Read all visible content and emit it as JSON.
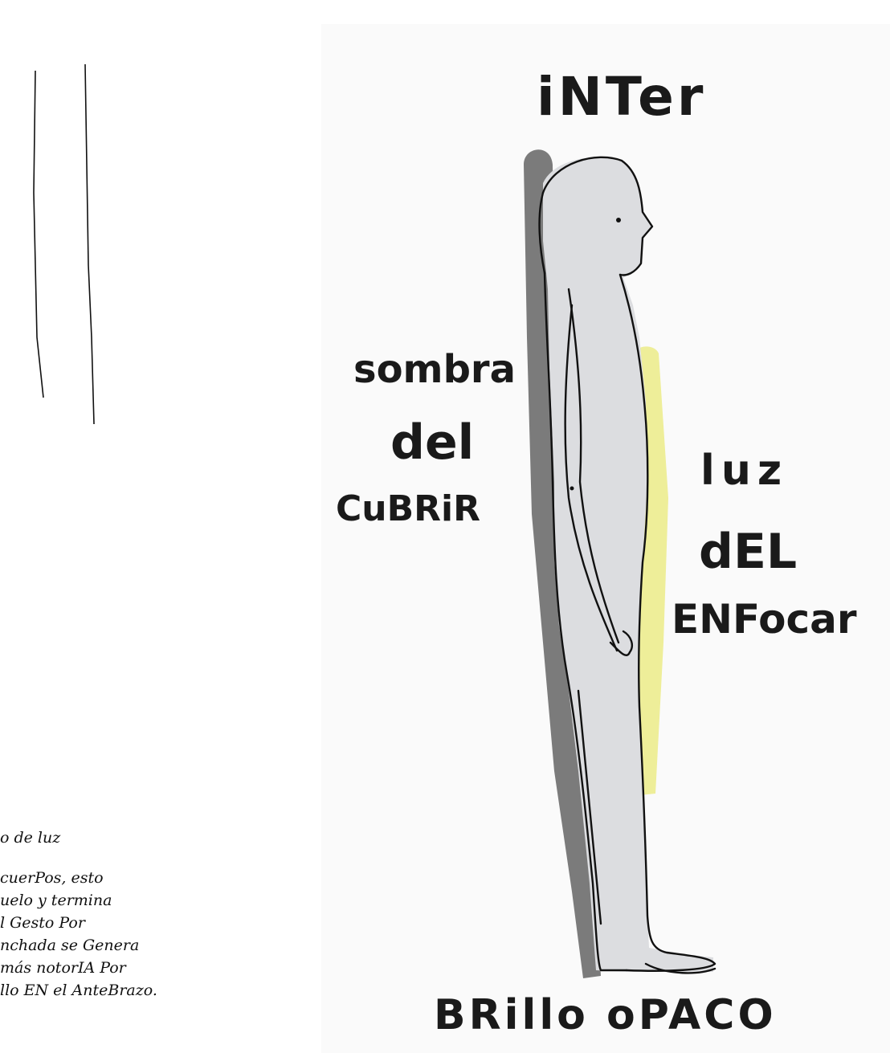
{
  "labels": {
    "top": "iNTer",
    "shadow": [
      "sombra",
      "del",
      "CuBRiR"
    ],
    "light": [
      "luz",
      "dEL",
      "ENFocar"
    ],
    "bottom": "BRillo oPACO"
  },
  "note_lines": [
    "o de  luz",
    "cuerPos, esto",
    "uelo  y termina",
    "l Gesto  Por",
    "nchada  se Genera",
    "más  notorIA  Por",
    "llo   EN el AnteBrazo."
  ],
  "colors": {
    "ink": "#111111",
    "shadow": "#7b7b7b",
    "body_fill": "#dcdde0",
    "highlight": "#ecec8e",
    "paper_left": "#ffffff",
    "paper_right": "#fafafa"
  }
}
